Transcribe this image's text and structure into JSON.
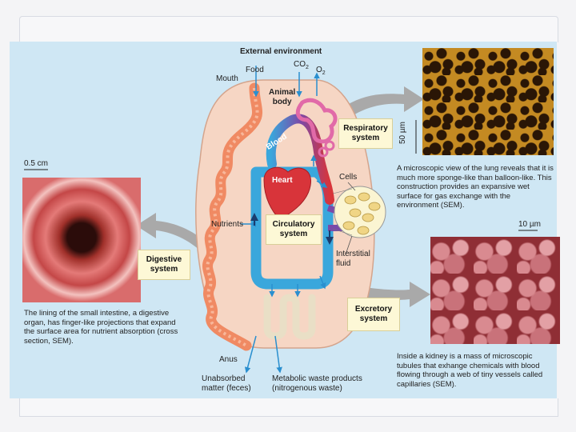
{
  "title": "External environment",
  "inputs": {
    "food": "Food",
    "mouth": "Mouth",
    "co2": "CO",
    "co2_sub": "2",
    "o2": "O",
    "o2_sub": "2"
  },
  "animal_body": [
    "Animal",
    "body"
  ],
  "blood": "Blood",
  "heart": "Heart",
  "cells": "Cells",
  "nutrients": "Nutrients",
  "interstitial": [
    "Interstitial",
    "fluid"
  ],
  "systems": {
    "respiratory": [
      "Respiratory",
      "system"
    ],
    "circulatory": [
      "Circulatory",
      "system"
    ],
    "digestive": [
      "Digestive",
      "system"
    ],
    "excretory": [
      "Excretory",
      "system"
    ]
  },
  "scale_bars": {
    "intestine": "0.5 cm",
    "lung": "50 µm",
    "kidney": "10 µm"
  },
  "captions": {
    "lung": "A microscopic view of the lung reveals that it is much more sponge-like than balloon-like. This construction provides an expansive wet surface for gas exchange with the environment (SEM).",
    "intestine": "The lining of the small intestine, a digestive organ, has finger-like projections that expand the surface area for nutrient absorption (cross section, SEM).",
    "kidney": "Inside a kidney is a mass of microscopic tubules that exhange chemicals with blood flowing through a web of tiny vessels called capillaries (SEM)."
  },
  "outputs": {
    "anus": "Anus",
    "unabsorbed": [
      "Unabsorbed",
      "matter (feces)"
    ],
    "metabolic": [
      "Metabolic waste products",
      "(nitrogenous waste)"
    ]
  },
  "colors": {
    "panel": "#cfe7f4",
    "body": "#f6d6c4",
    "blood_blue": "#3aa7dc",
    "blood_red": "#d8343a",
    "gut": "#f08a63",
    "label_box": "#fdf8d6"
  }
}
